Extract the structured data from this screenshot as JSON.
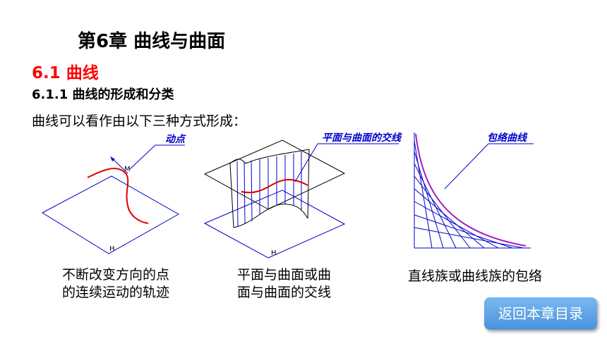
{
  "chapter_title": "第6章 曲线与曲面",
  "section_title": "6.1 曲线",
  "subsection_title": "6.1.1  曲线的形成和分类",
  "intro": "曲线可以看作由以下三种方式形成：",
  "figures": {
    "fig1": {
      "label": "动点",
      "point_label": "M",
      "plane_label": "H",
      "caption_line1": "不断改变方向的点",
      "caption_line2": "的连续运动的轨迹"
    },
    "fig2": {
      "label": "平面与曲面的交线",
      "plane_label": "H",
      "caption_line1": "平面与曲面或曲",
      "caption_line2": "面与曲面的交线"
    },
    "fig3": {
      "label": "包络曲线",
      "caption": "直线族或曲线族的包络"
    }
  },
  "back_button": "返回本章目录",
  "colors": {
    "section": "#ff0000",
    "line": "#0000cc",
    "curve": "#e00000",
    "button": "#4a92dc"
  }
}
